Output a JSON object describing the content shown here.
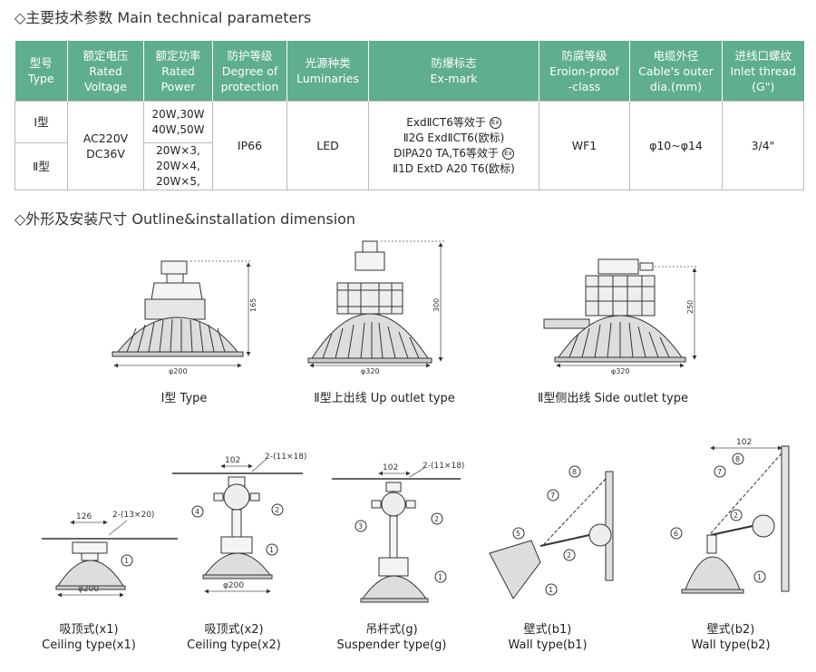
{
  "section1_title": "◇主要技术参数 Main technical parameters",
  "section2_title": "◇外形及安装尺寸 Outline&installation dimension",
  "table": {
    "headers": [
      {
        "cn": "型号",
        "en": "Type"
      },
      {
        "cn": "额定电压",
        "en": "Rated",
        "en2": "Voltage"
      },
      {
        "cn": "额定功率",
        "en": "Rated",
        "en2": "Power"
      },
      {
        "cn": "防护等级",
        "en": "Degree of",
        "en2": "protection"
      },
      {
        "cn": "光源种类",
        "en": "Luminaries"
      },
      {
        "cn": "防爆标志",
        "en": "Ex-mark"
      },
      {
        "cn": "防腐等级",
        "en": "Eroion-proof",
        "en2": "-class"
      },
      {
        "cn": "电缆外径",
        "en": "Cable's outer",
        "en2": "dia.(mm)"
      },
      {
        "cn": "进线口螺纹",
        "en": "Inlet thread",
        "en2": "(G\")"
      }
    ],
    "type1": "Ⅰ型",
    "type2": "Ⅱ型",
    "voltage1": "AC220V",
    "voltage2": "DC36V",
    "power1_l1": "20W,30W",
    "power1_l2": "40W,50W",
    "power2_l1": "20W×3,",
    "power2_l2": "20W×4,",
    "power2_l3": "20W×5,",
    "protection": "IP66",
    "luminaries": "LED",
    "exmark_l1": "ExdⅡCT6等效于",
    "exmark_l2": "Ⅱ2G ExdⅡCT6(欧标)",
    "exmark_l3": "DIPA20 TA,T6等效于",
    "exmark_l4": "Ⅱ1D ExtD A20 T6(欧标)",
    "ex_symbol": "Ex",
    "corrosion": "WF1",
    "cable_dia": "φ10~φ14",
    "thread": "3/4\""
  },
  "dims": {
    "t1_height": "165",
    "t1_dia": "φ200",
    "t2u_height": "300",
    "t2u_dia": "φ320",
    "t2s_height": "250",
    "t2s_dia": "φ320",
    "x1_width": "126",
    "x1_holes": "2-(13×20)",
    "x1_dia": "φ200",
    "x2_width": "102",
    "x2_holes": "2-(11×18)",
    "x2_dia": "φ200",
    "g_width": "102",
    "g_holes": "2-(11×18)",
    "b2_width": "102",
    "n1": "1",
    "n2": "2",
    "n3": "3",
    "n4": "4",
    "n5": "5",
    "n6": "6",
    "n7": "7",
    "n8": "8"
  },
  "captions": {
    "type1": "Ⅰ型 Type",
    "type2_up": "Ⅱ型上出线 Up outlet  type",
    "type2_side": "Ⅱ型侧出线 Side outlet  type",
    "x1_cn": "吸顶式(x1)",
    "x1_en": "Ceiling type(x1)",
    "x2_cn": "吸顶式(x2)",
    "x2_en": "Ceiling type(x2)",
    "g_cn": "吊杆式(g)",
    "g_en": "Suspender type(g)",
    "b1_cn": "壁式(b1)",
    "b1_en": "Wall type(b1)",
    "b2_cn": "壁式(b2)",
    "b2_en": "Wall type(b2)"
  }
}
